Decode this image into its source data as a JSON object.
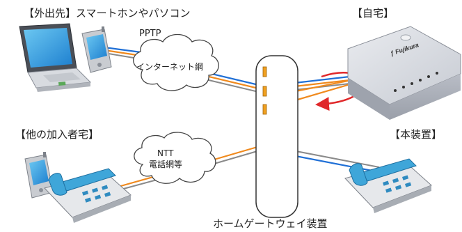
{
  "labels": {
    "outside": "【外出先】スマートホンやパソコン",
    "home": "【自宅】",
    "other_home": "【他の加入者宅】",
    "device": "【本装置】",
    "gateway": "ホームゲートウェイ装置",
    "pptp": "PPTP",
    "internet": "インターネット網",
    "ntt_line1": "NTT",
    "ntt_line2": "電話網等",
    "brand": "Fujikura"
  },
  "colors": {
    "blue_line": "#1f6fd6",
    "orange_line": "#f08a1e",
    "gray_line": "#8a8a8a",
    "red_arrow": "#e0282a",
    "phone_body": "#3fa6d9",
    "gateway_led": "#f0a020"
  }
}
